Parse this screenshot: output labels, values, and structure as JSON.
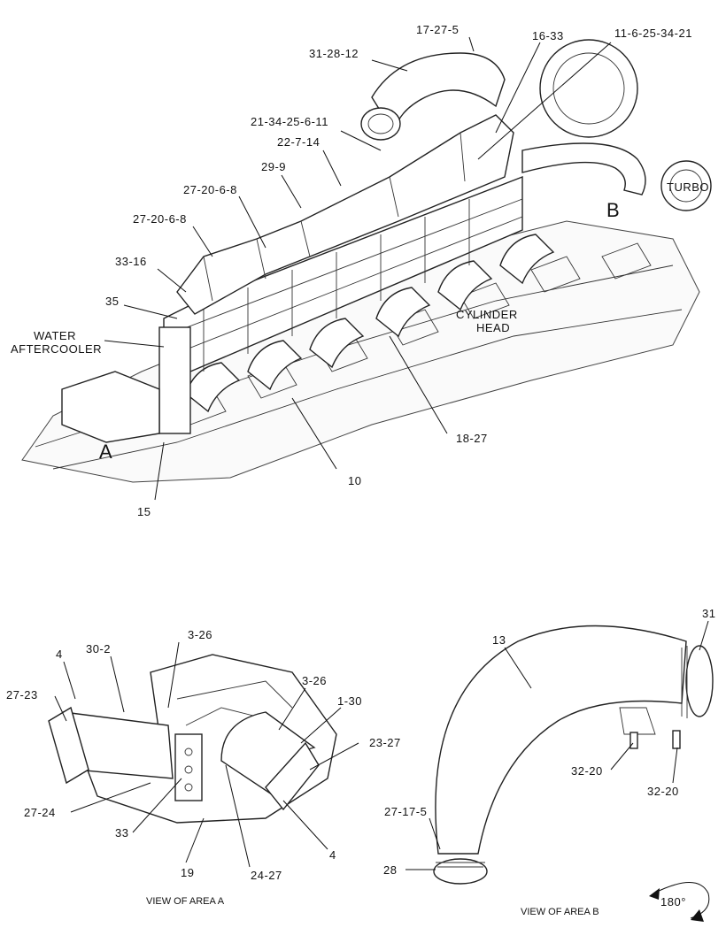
{
  "top": {
    "labels": [
      "17-27-5",
      "16-33",
      "11-6-25-34-21",
      "31-28-12",
      "21-34-25-6-11",
      "22-7-14",
      "29-9",
      "27-20-6-8",
      "27-20-6-8",
      "33-16",
      "35",
      "10",
      "18-27",
      "15"
    ],
    "water_line1": "WATER",
    "water_line2": "AFTERCOOLER",
    "cyl_line1": "CYLINDER",
    "cyl_line2": "HEAD",
    "turbo": "TURBO",
    "area_a": "A",
    "area_b": "B"
  },
  "view_a": {
    "labels": [
      "4",
      "30-2",
      "3-26",
      "3-26",
      "1-30",
      "27-23",
      "23-27",
      "27-24",
      "33",
      "4",
      "19",
      "24-27"
    ],
    "caption": "VIEW OF AREA  A"
  },
  "view_b": {
    "labels": [
      "31",
      "13",
      "32-20",
      "32-20",
      "27-17-5",
      "28"
    ],
    "caption": "VIEW OF AREA  B",
    "rotation": "180°"
  }
}
